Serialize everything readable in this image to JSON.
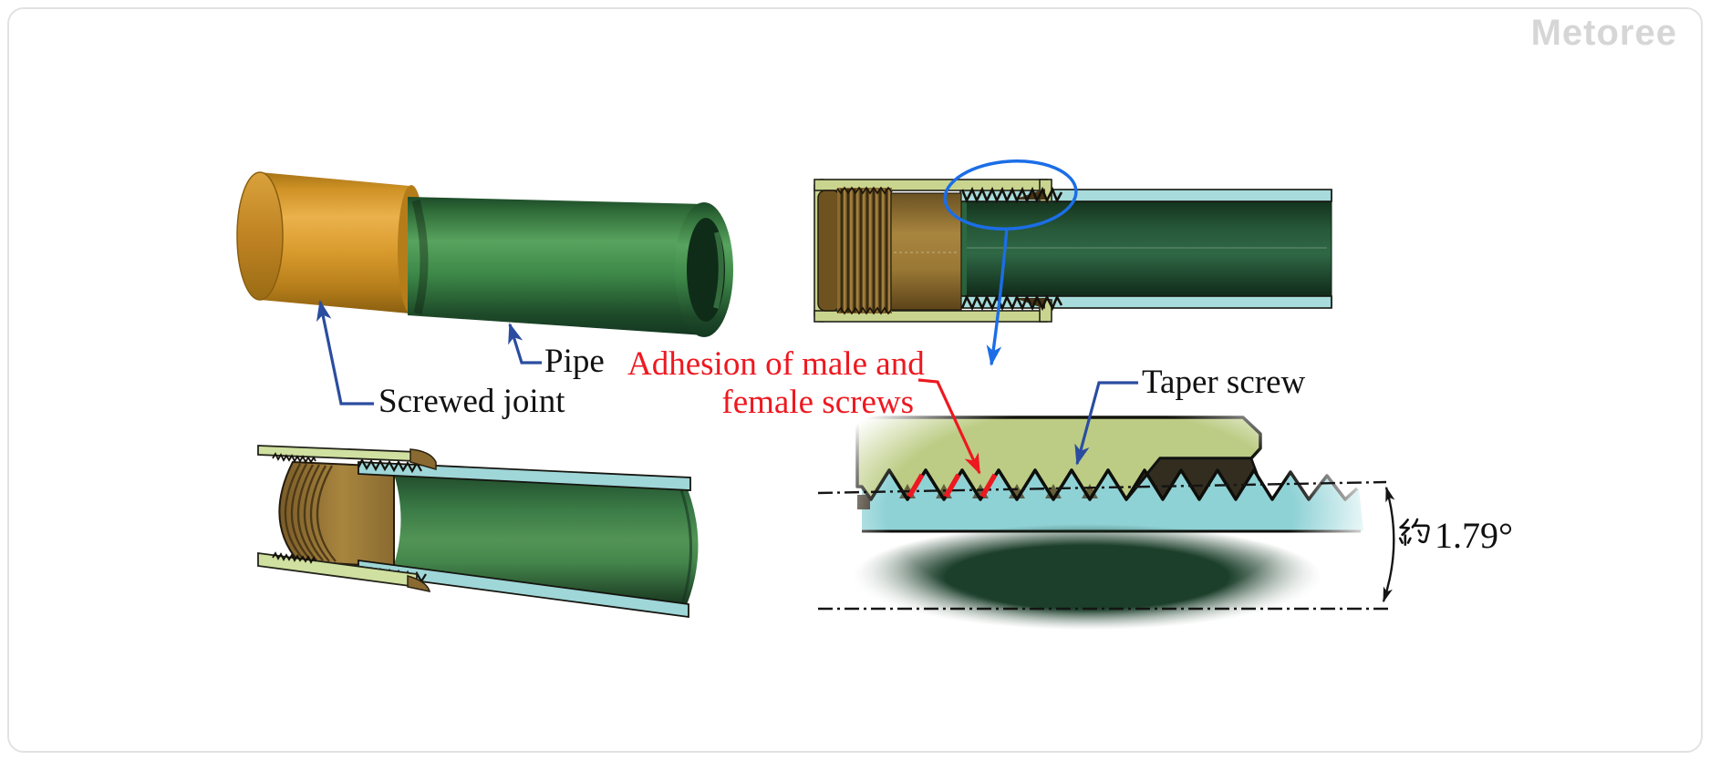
{
  "watermark": "Metoree",
  "annotations": {
    "screwed_joint": "Screwed joint",
    "pipe": "Pipe",
    "adhesion_line1": "Adhesion of male and",
    "adhesion_line2": "female screws",
    "taper_screw": "Taper screw",
    "angle_kanji": "約",
    "angle_value": "1.79°",
    "angle_full": "約1.79°"
  },
  "colors": {
    "label_text": "#111111",
    "highlight_red": "#ee1820",
    "leader_navy": "#2b4da0",
    "callout_blue": "#1b6ee6",
    "joint_orange": "#d79a2f",
    "pipe_green": "#3d8848",
    "fitting_olive": "#c9d58e",
    "pipe_wall_cyan": "#a7dbdc",
    "thread_brown": "#8a6a30",
    "watermark_gray": "#d6d6d6"
  }
}
